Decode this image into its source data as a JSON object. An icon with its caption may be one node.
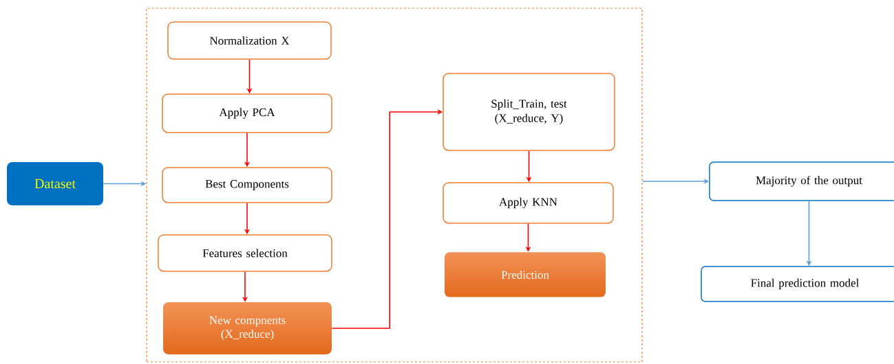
{
  "diagram": {
    "nodes": [
      {
        "text": [
          "Dataset"
        ]
      },
      {
        "text": [],
        "shape": "box"
      },
      {
        "text": [
          "Normalization X"
        ],
        "in": 1
      },
      {
        "text": [
          "Apply PCA"
        ],
        "in": 1
      },
      {
        "text": [
          "Best Components"
        ],
        "in": 1
      },
      {
        "text": [
          "Features selection"
        ],
        "in": 1
      },
      {
        "text": [
          "New compnents (X_reduce)"
        ],
        "in": 1
      },
      {
        "text": [
          "Split_Train, test (X_reduce, Y)"
        ],
        "in": 1
      },
      {
        "text": [
          "Apply KNN"
        ],
        "in": 1
      },
      {
        "text": [
          "Prediction"
        ],
        "in": 1
      },
      {
        "text": [
          "Majority of the output"
        ]
      },
      {
        "text": [
          "Final prediction model"
        ]
      }
    ],
    "edges": [
      {
        "from": 0,
        "to": 1,
        "arrow": "to",
        "color": "#5b9bd5"
      },
      {
        "from": 2,
        "to": 3,
        "arrow": "to"
      },
      {
        "from": 3,
        "to": 4,
        "arrow": "to"
      },
      {
        "from": 4,
        "to": 5,
        "arrow": "to"
      },
      {
        "from": 5,
        "to": 6,
        "arrow": "to"
      },
      {
        "from": 6,
        "to": 7,
        "arrow": "to"
      },
      {
        "from": 7,
        "to": 8,
        "arrow": "to"
      },
      {
        "from": 8,
        "to": 9,
        "arrow": "to"
      },
      {
        "from": 1,
        "to": 10,
        "arrow": "to",
        "color": "#5b9bd5"
      },
      {
        "from": 10,
        "to": 11,
        "arrow": "to",
        "color": "#5b9bd5"
      }
    ]
  }
}
